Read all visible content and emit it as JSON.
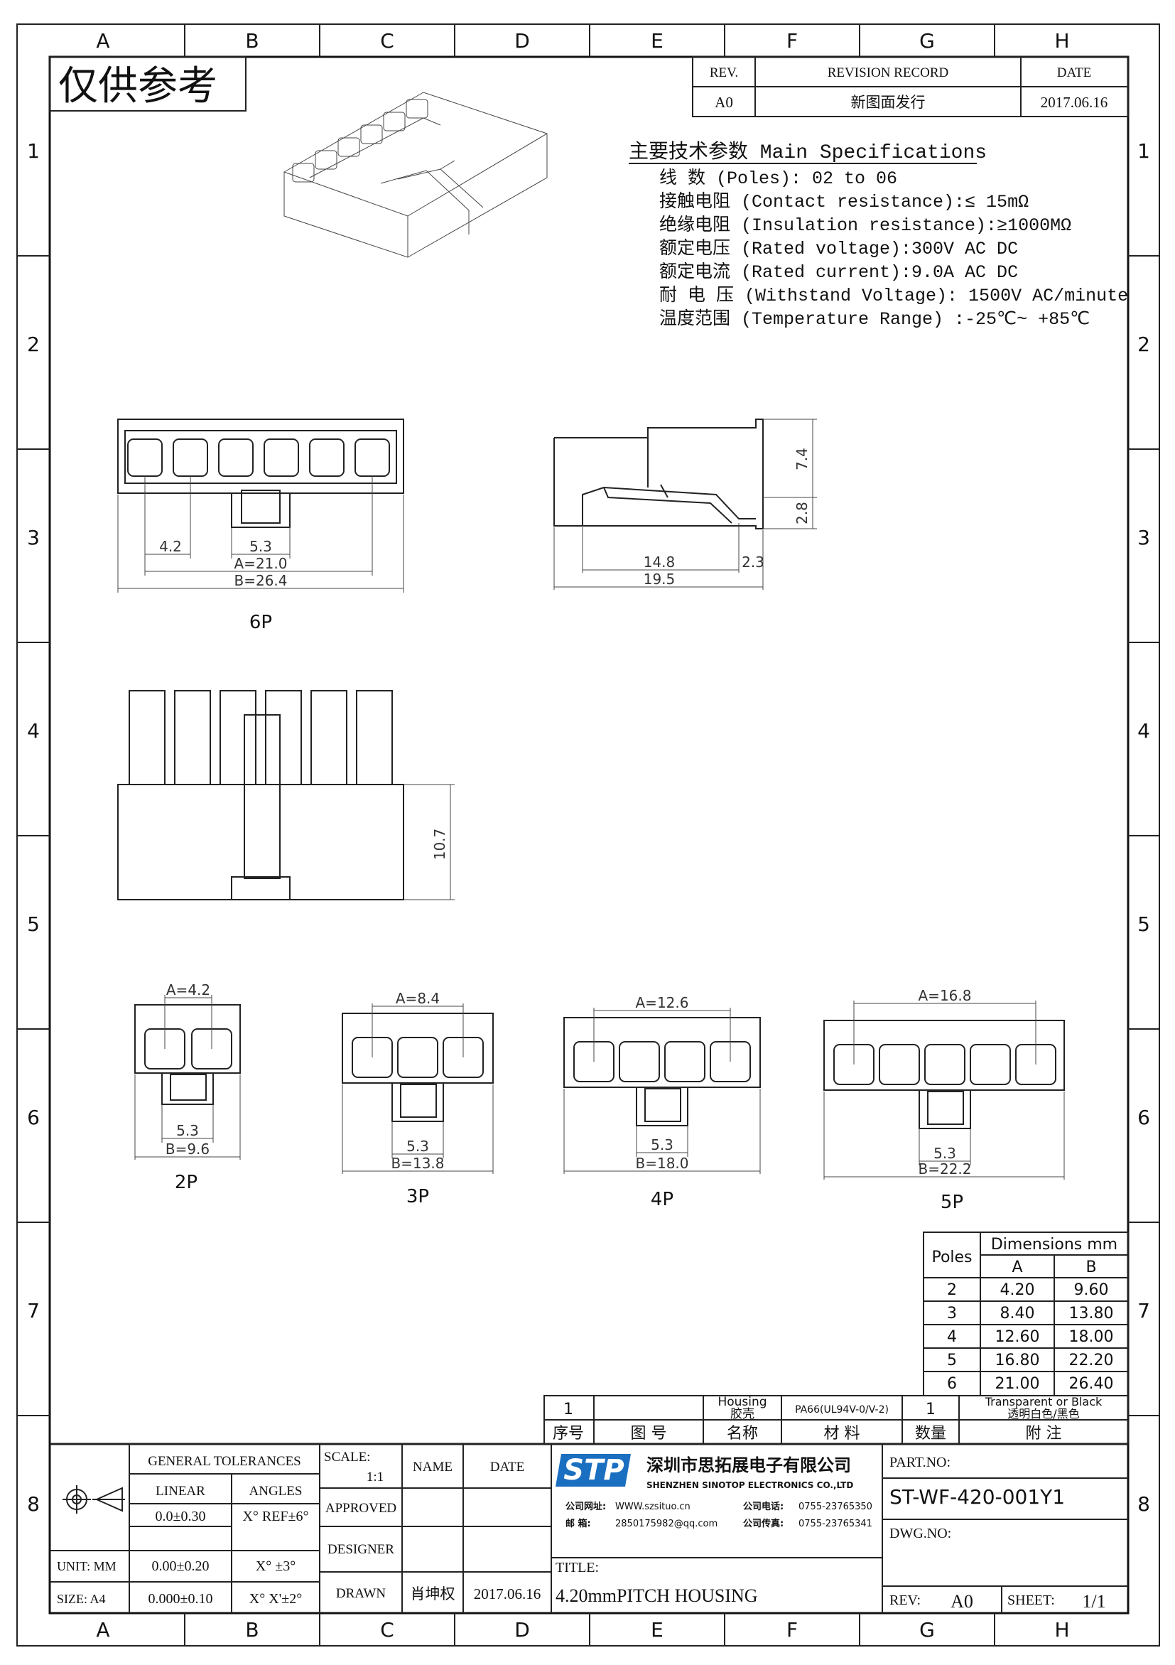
{
  "border": {
    "columns": [
      "A",
      "B",
      "C",
      "D",
      "E",
      "F",
      "G",
      "H"
    ],
    "rows": [
      "1",
      "2",
      "3",
      "4",
      "5",
      "6",
      "7",
      "8"
    ]
  },
  "stamp": "仅供参考",
  "revision": {
    "rev_header": "REV.",
    "record_header": "REVISION RECORD",
    "date_header": "DATE",
    "rev": "A0",
    "record": "新图面发行",
    "date": "2017.06.16"
  },
  "specs": {
    "title": "主要技术参数 Main Specifications",
    "lines": [
      "线    数 (Poles): 02 to 06",
      "接触电阻 (Contact resistance):≤ 15mΩ",
      "绝缘电阻 (Insulation resistance):≥1000MΩ",
      "额定电压 (Rated voltage):300V AC DC",
      "额定电流 (Rated current):9.0A AC DC",
      "耐 电 压 (Withstand Voltage): 1500V AC/minute",
      "温度范围 (Temperature Range) :-25℃~ +85℃"
    ]
  },
  "views": {
    "front6_label": "6P",
    "dim_4_2": "4.2",
    "dim_5_3": "5.3",
    "dim_A21": "A=21.0",
    "dim_B26": "B=26.4",
    "dim_7_4": "7.4",
    "dim_2_8": "2.8",
    "dim_14_8": "14.8",
    "dim_2_3": "2.3",
    "dim_19_5": "19.5",
    "dim_10_7": "10.7",
    "p2": {
      "label": "2P",
      "a": "A=4.2",
      "s": "5.3",
      "b": "B=9.6"
    },
    "p3": {
      "label": "3P",
      "a": "A=8.4",
      "s": "5.3",
      "b": "B=13.8"
    },
    "p4": {
      "label": "4P",
      "a": "A=12.6",
      "s": "5.3",
      "b": "B=18.0"
    },
    "p5": {
      "label": "5P",
      "a": "A=16.8",
      "s": "5.3",
      "b": "B=22.2"
    }
  },
  "dim_table": {
    "poles_header": "Poles",
    "dims_header": "Dimensions mm",
    "col_a": "A",
    "col_b": "B",
    "rows": [
      {
        "poles": "2",
        "a": "4.20",
        "b": "9.60"
      },
      {
        "poles": "3",
        "a": "8.40",
        "b": "13.80"
      },
      {
        "poles": "4",
        "a": "12.60",
        "b": "18.00"
      },
      {
        "poles": "5",
        "a": "16.80",
        "b": "22.20"
      },
      {
        "poles": "6",
        "a": "21.00",
        "b": "26.40"
      }
    ]
  },
  "bom": {
    "index": "1",
    "part_en": "Housing",
    "part_cn": "胶壳",
    "material": "PA66(UL94V-0/V-2)",
    "qty": "1",
    "note_en": "Transparent or Black",
    "note_cn": "透明白色/黑色",
    "h_index": "序号",
    "h_drawing": "图   号",
    "h_name": "名称",
    "h_material": "材   料",
    "h_qty": "数量",
    "h_note": "附   注"
  },
  "titleblock": {
    "gen_tol": "GENERAL TOLERANCES",
    "linear": "LINEAR",
    "angles": "ANGLES",
    "tol1_lin": "0.0±0.30",
    "tol1_ang": "X° REF±6°",
    "tol2_lin": "0.00±0.20",
    "tol2_ang": "X° ±3°",
    "tol3_lin": "0.000±0.10",
    "tol3_ang": "X° X'±2°",
    "unit": "UNIT: MM",
    "size": "SIZE: A4",
    "scale_label": "SCALE:",
    "scale": "1:1",
    "name_h": "NAME",
    "date_h": "DATE",
    "approved": "APPROVED",
    "designer": "DESIGNER",
    "drawn": "DRAWN",
    "drawn_name": "肖坤权",
    "drawn_date": "2017.06.16",
    "logo": "STP",
    "company_cn": "深圳市思拓展电子有限公司",
    "company_en": "SHENZHEN SINOTOP ELECTRONICS CO.,LTD",
    "web_label": "公司网址:",
    "web": "WWW.szsituo.cn",
    "phone_label": "公司电话:",
    "phone": "0755-23765350",
    "mail_label": "邮   箱:",
    "mail": "2850175982@qq.com",
    "fax_label": "公司传真:",
    "fax": "0755-23765341",
    "title_label": "TITLE:",
    "title": "4.20mmPITCH HOUSING",
    "part_no_label": "PART.NO:",
    "part_no": "ST-WF-420-001Y1",
    "dwg_label": "DWG.NO:",
    "rev_label": "REV:",
    "rev": "A0",
    "sheet_label": "SHEET:",
    "sheet": "1/1"
  }
}
